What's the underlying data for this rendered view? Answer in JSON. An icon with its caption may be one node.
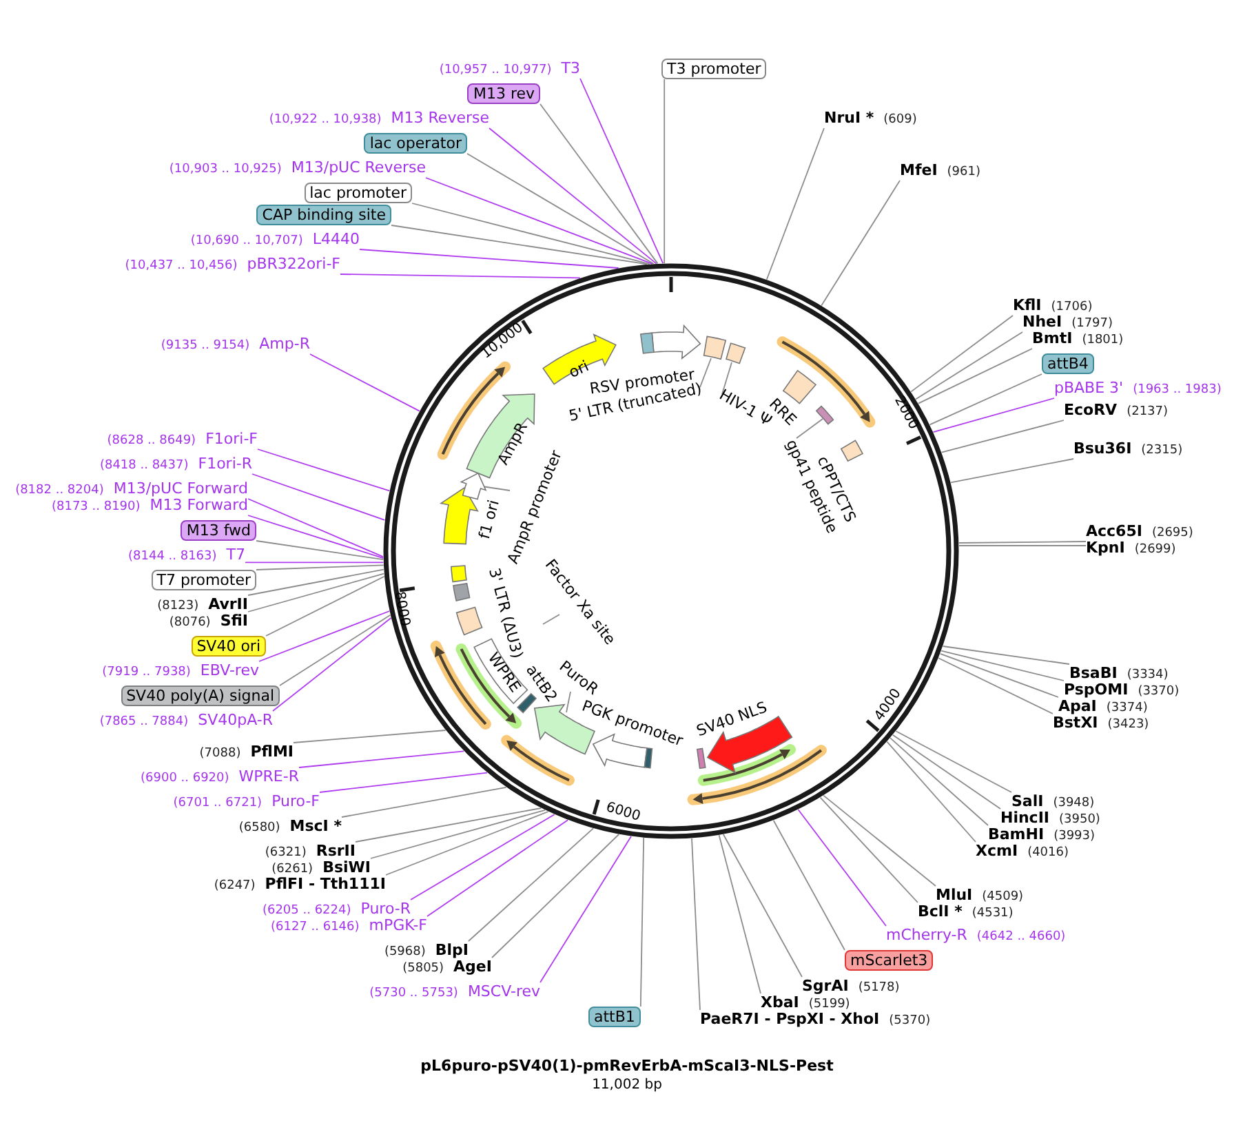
{
  "diagram": {
    "title": "pL6puro-pSV40(1)-pmRevErbA-mScaI3-NLS-Pest",
    "caption": "11,002 bp",
    "nodes": [
      {
        "text": [],
        "shape": "circle"
      },
      {
        "text": [
          "5' LTR (truncated)"
        ],
        "in": 0
      },
      {
        "text": [
          "HIV-1 Ψ"
        ],
        "in": 0
      },
      {
        "text": [
          "gp41 peptide"
        ],
        "in": 0
      },
      {
        "text": [
          "AmpR promoter"
        ],
        "in": 0
      },
      {
        "text": [
          "Factor Xa site"
        ],
        "in": 0
      },
      {
        "text": [
          "PuroR"
        ],
        "in": 0
      },
      {
        "text": [
          "(10,957 .. 10,977)",
          "T3"
        ]
      },
      {
        "text": [
          "T3 promoter"
        ]
      },
      {
        "text": [
          "M13 rev"
        ]
      },
      {
        "text": [
          "NruI *",
          "(609)"
        ]
      },
      {
        "text": [
          "(10,922 .. 10,938)",
          "M13 Reverse"
        ]
      },
      {
        "text": [
          "lac operator"
        ]
      },
      {
        "text": [
          "(10,903 .. 10,925)",
          "M13/pUC Reverse"
        ]
      },
      {
        "text": [
          "MfeI",
          "(961)"
        ]
      },
      {
        "text": [
          "lac promoter"
        ]
      },
      {
        "text": [
          "CAP binding site"
        ]
      },
      {
        "text": [
          "(10,690 .. 10,707)",
          "L4440"
        ]
      },
      {
        "text": [
          "(10,437 .. 10,456)",
          "pBR322ori-F"
        ]
      },
      {
        "text": [
          "KflI",
          "(1706)"
        ]
      },
      {
        "text": [
          "NheI",
          "(1797)"
        ]
      },
      {
        "text": [
          "BmtI",
          "(1801)"
        ]
      },
      {
        "text": [
          "(9135 .. 9154)",
          "Amp-R"
        ]
      },
      {
        "text": [
          "attB4"
        ]
      },
      {
        "text": [
          "pBABE 3'",
          "(1963 .. 1983)"
        ]
      },
      {
        "text": [
          "EcoRV",
          "(2137)"
        ]
      },
      {
        "text": [
          "(8628 .. 8649)",
          "F1ori-F"
        ]
      },
      {
        "text": [
          "Bsu36I",
          "(2315)"
        ]
      },
      {
        "text": [
          "(8418 .. 8437)",
          "F1ori-R"
        ]
      },
      {
        "text": [
          "(8182 .. 8204)",
          "M13/pUC Forward"
        ]
      },
      {
        "text": [
          "(8173 .. 8190)",
          "M13 Forward"
        ]
      },
      {
        "text": [
          "M13 fwd"
        ]
      },
      {
        "text": [
          "Acc65I",
          "(2695)"
        ]
      },
      {
        "text": [
          "KpnI",
          "(2699)"
        ]
      },
      {
        "text": [
          "(8144 .. 8163)",
          "T7"
        ]
      },
      {
        "text": [
          "T7 promoter"
        ]
      },
      {
        "text": [
          "(8123)",
          "AvrII"
        ]
      },
      {
        "text": [
          "(8076)",
          "SfiI"
        ]
      },
      {
        "text": [
          "SV40 ori"
        ]
      },
      {
        "text": [
          "(7919 .. 7938)",
          "EBV-rev"
        ]
      },
      {
        "text": [
          "BsaBI",
          "(3334)"
        ]
      },
      {
        "text": [
          "PspOMI",
          "(3370)"
        ]
      },
      {
        "text": [
          "SV40 poly(A) signal"
        ]
      },
      {
        "text": [
          "ApaI",
          "(3374)"
        ]
      },
      {
        "text": [
          "(7865 .. 7884)",
          "SV40pA-R"
        ]
      },
      {
        "text": [
          "BstXI",
          "(3423)"
        ]
      },
      {
        "text": [
          "(7088)",
          "PflMI"
        ]
      },
      {
        "text": [
          "(6900 .. 6920)",
          "WPRE-R"
        ]
      },
      {
        "text": [
          "SalI",
          "(3948)"
        ]
      },
      {
        "text": [
          "(6701 .. 6721)",
          "Puro-F"
        ]
      },
      {
        "text": [
          "HincII",
          "(3950)"
        ]
      },
      {
        "text": [
          "(6580)",
          "MscI *"
        ]
      },
      {
        "text": [
          "BamHI",
          "(3993)"
        ]
      },
      {
        "text": [
          "XcmI",
          "(4016)"
        ]
      },
      {
        "text": [
          "(6321)",
          "RsrII"
        ]
      },
      {
        "text": [
          "(6261)",
          "BsiWI"
        ]
      },
      {
        "text": [
          "(6247)",
          "PflFI - Tth111I"
        ]
      },
      {
        "text": [
          "MluI",
          "(4509)"
        ]
      },
      {
        "text": [
          "(6205 .. 6224)",
          "Puro-R"
        ]
      },
      {
        "text": [
          "BclI *",
          "(4531)"
        ]
      },
      {
        "text": [
          "(6127 .. 6146)",
          "mPGK-F"
        ]
      },
      {
        "text": [
          "mCherry-R",
          "(4642 .. 4660)"
        ]
      },
      {
        "text": [
          "(5968)",
          "BlpI"
        ]
      },
      {
        "text": [
          "mScarlet3"
        ]
      },
      {
        "text": [
          "(5805)",
          "AgeI"
        ]
      },
      {
        "text": [
          "SgrAI",
          "(5178)"
        ]
      },
      {
        "text": [
          "(5730 .. 5753)",
          "MSCV-rev"
        ]
      },
      {
        "text": [
          "XbaI",
          "(5199)"
        ]
      },
      {
        "text": [
          "attB1"
        ]
      },
      {
        "text": [
          "PaeR7I - PspXI - XhoI",
          "(5370)"
        ]
      },
      {
        "text": [],
        "shape": "box",
        "in": 0
      },
      {
        "text": [],
        "shape": "box",
        "in": 0
      },
      {
        "text": [],
        "shape": "box",
        "in": 0
      },
      {
        "text": [],
        "shape": "arrow",
        "in": 0
      },
      {
        "text": [],
        "shape": "arrow",
        "in": 0
      },
      {
        "text": [],
        "shape": "box",
        "in": 0
      }
    ],
    "edges": [
      {
        "from": 1,
        "to": 70,
        "arrow": "none"
      },
      {
        "from": 2,
        "to": 71,
        "arrow": "none"
      },
      {
        "from": 3,
        "to": 72,
        "arrow": "none"
      },
      {
        "from": 4,
        "to": 73,
        "arrow": "none"
      },
      {
        "from": 5,
        "to": null,
        "arrow": "none"
      },
      {
        "from": 6,
        "to": 74,
        "arrow": "none"
      },
      {
        "from": 7,
        "to": 0,
        "arrow": "none",
        "color": "#b03cf0"
      },
      {
        "from": 8,
        "to": 0,
        "arrow": "none"
      },
      {
        "from": 9,
        "to": 0,
        "arrow": "none"
      },
      {
        "from": 10,
        "to": 0,
        "arrow": "none"
      },
      {
        "from": 11,
        "to": 0,
        "arrow": "none",
        "color": "#b03cf0"
      },
      {
        "from": 12,
        "to": 0,
        "arrow": "none"
      },
      {
        "from": 13,
        "to": 0,
        "arrow": "none",
        "color": "#b03cf0"
      },
      {
        "from": 14,
        "to": 0,
        "arrow": "none"
      },
      {
        "from": 15,
        "to": 0,
        "arrow": "none"
      },
      {
        "from": 16,
        "to": 0,
        "arrow": "none"
      },
      {
        "from": 17,
        "to": 0,
        "arrow": "none",
        "color": "#b03cf0"
      },
      {
        "from": 18,
        "to": 0,
        "arrow": "none",
        "color": "#b03cf0"
      },
      {
        "from": 19,
        "to": 0,
        "arrow": "none"
      },
      {
        "from": 20,
        "to": 0,
        "arrow": "none"
      },
      {
        "from": 21,
        "to": 0,
        "arrow": "none"
      },
      {
        "from": 22,
        "to": 0,
        "arrow": "none",
        "color": "#b03cf0"
      },
      {
        "from": 23,
        "to": 0,
        "arrow": "none"
      },
      {
        "from": 24,
        "to": 0,
        "arrow": "none",
        "color": "#b03cf0"
      },
      {
        "from": 25,
        "to": 0,
        "arrow": "none"
      },
      {
        "from": 26,
        "to": 0,
        "arrow": "none",
        "color": "#b03cf0"
      },
      {
        "from": 27,
        "to": 0,
        "arrow": "none"
      },
      {
        "from": 28,
        "to": 0,
        "arrow": "none",
        "color": "#b03cf0"
      },
      {
        "from": 29,
        "to": 0,
        "arrow": "none",
        "color": "#b03cf0"
      },
      {
        "from": 30,
        "to": 0,
        "arrow": "none",
        "color": "#b03cf0"
      },
      {
        "from": 31,
        "to": 0,
        "arrow": "none"
      },
      {
        "from": 32,
        "to": 0,
        "arrow": "none"
      },
      {
        "from": 33,
        "to": 0,
        "arrow": "none"
      },
      {
        "from": 34,
        "to": 0,
        "arrow": "none",
        "color": "#b03cf0"
      },
      {
        "from": 35,
        "to": 0,
        "arrow": "none"
      },
      {
        "from": 36,
        "to": 0,
        "arrow": "none"
      },
      {
        "from": 37,
        "to": 0,
        "arrow": "none"
      },
      {
        "from": 38,
        "to": 0,
        "arrow": "none"
      },
      {
        "from": 39,
        "to": 0,
        "arrow": "none",
        "color": "#b03cf0"
      },
      {
        "from": 40,
        "to": 0,
        "arrow": "none"
      },
      {
        "from": 41,
        "to": 0,
        "arrow": "none"
      },
      {
        "from": 42,
        "to": 0,
        "arrow": "none"
      },
      {
        "from": 43,
        "to": 0,
        "arrow": "none"
      },
      {
        "from": 44,
        "to": 0,
        "arrow": "none",
        "color": "#b03cf0"
      },
      {
        "from": 45,
        "to": 0,
        "arrow": "none"
      },
      {
        "from": 46,
        "to": 0,
        "arrow": "none"
      },
      {
        "from": 47,
        "to": 0,
        "arrow": "none",
        "color": "#b03cf0"
      },
      {
        "from": 48,
        "to": 0,
        "arrow": "none"
      },
      {
        "from": 49,
        "to": 0,
        "arrow": "none",
        "color": "#b03cf0"
      },
      {
        "from": 50,
        "to": 0,
        "arrow": "none"
      },
      {
        "from": 51,
        "to": 0,
        "arrow": "none"
      },
      {
        "from": 52,
        "to": 0,
        "arrow": "none"
      },
      {
        "from": 53,
        "to": 0,
        "arrow": "none"
      },
      {
        "from": 54,
        "to": 0,
        "arrow": "none"
      },
      {
        "from": 55,
        "to": 0,
        "arrow": "none"
      },
      {
        "from": 56,
        "to": 0,
        "arrow": "none"
      },
      {
        "from": 57,
        "to": 0,
        "arrow": "none"
      },
      {
        "from": 58,
        "to": 0,
        "arrow": "none",
        "color": "#b03cf0"
      },
      {
        "from": 59,
        "to": 0,
        "arrow": "none"
      },
      {
        "from": 60,
        "to": 0,
        "arrow": "none",
        "color": "#b03cf0"
      },
      {
        "from": 61,
        "to": 0,
        "arrow": "none",
        "color": "#b03cf0"
      },
      {
        "from": 62,
        "to": 0,
        "arrow": "none"
      },
      {
        "from": 63,
        "to": 0,
        "arrow": "none"
      },
      {
        "from": 64,
        "to": 0,
        "arrow": "none"
      },
      {
        "from": 65,
        "to": 0,
        "arrow": "none"
      },
      {
        "from": 66,
        "to": 0,
        "arrow": "none",
        "color": "#b03cf0"
      },
      {
        "from": 67,
        "to": 0,
        "arrow": "none"
      },
      {
        "from": 68,
        "to": 0,
        "arrow": "none"
      },
      {
        "from": 69,
        "to": 0,
        "arrow": "none"
      }
    ],
    "labels": [
      "10,000",
      "ori",
      "RSV promoter",
      "RRE",
      "2000",
      "AmpR",
      "cPPT/CTS",
      "f1 ori",
      "8000",
      "3' LTR (ΔU3)",
      "WPRE",
      "attB2",
      "4000",
      "PGK promoter",
      "SV40 NLS",
      "6000"
    ]
  }
}
